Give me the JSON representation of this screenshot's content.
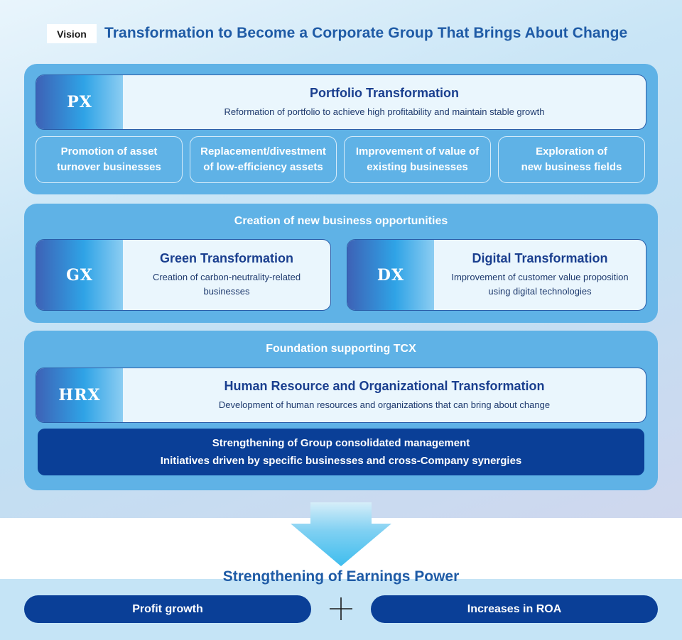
{
  "header": {
    "tag": "Vision",
    "title": "Transformation to Become a Corporate Group That Brings About Change"
  },
  "px": {
    "badge": "PX",
    "title": "Portfolio Transformation",
    "description": "Reformation of portfolio to achieve high profitability and maintain stable growth",
    "items": [
      {
        "line1": "Promotion of asset",
        "line2": "turnover businesses"
      },
      {
        "line1": "Replacement/divestment",
        "line2": "of low-efficiency assets"
      },
      {
        "line1": "Improvement of value of",
        "line2": "existing businesses"
      },
      {
        "line1": "Exploration of",
        "line2": "new business fields"
      }
    ]
  },
  "new_business": {
    "heading": "Creation of new business opportunities",
    "gx": {
      "badge": "GX",
      "title": "Green Transformation",
      "description_line1": "Creation of carbon-neutrality-related",
      "description_line2": "businesses"
    },
    "dx": {
      "badge": "DX",
      "title": "Digital Transformation",
      "description_line1": "Improvement of customer value proposition",
      "description_line2": "using digital technologies"
    }
  },
  "foundation": {
    "heading": "Foundation supporting TCX",
    "hrx": {
      "badge": "HRX",
      "title": "Human Resource and Organizational Transformation",
      "description": "Development of human resources and organizations that can bring about change"
    },
    "strengthening": {
      "line1": "Strengthening of Group consolidated management",
      "line2": "Initiatives driven by specific businesses and cross-Company synergies"
    }
  },
  "earnings": {
    "title": "Strengthening of Earnings Power",
    "left": "Profit growth",
    "right": "Increases in ROA",
    "connector_icon": "plus-icon"
  },
  "colors": {
    "panel": "#5fb2e6",
    "navy": "#0a3f97",
    "title_blue": "#1f5ba6",
    "arrow": "#4fc3ee"
  }
}
